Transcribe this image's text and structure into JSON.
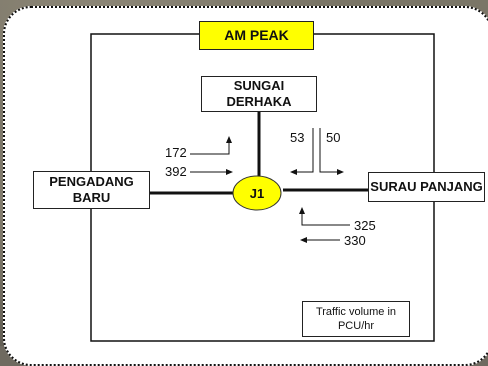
{
  "title": "AM PEAK",
  "junction": "J1",
  "approaches": {
    "north": "SUNGAI DERHAKA",
    "west": "PENGADANG BARU",
    "east": "SURAU PANJANG"
  },
  "volumes": {
    "west_left_turn": "172",
    "west_through": "392",
    "north_left": "53",
    "north_right": "50",
    "east_right_turn": "325",
    "east_through": "330"
  },
  "legend": "Traffic volume in PCU/hr",
  "colors": {
    "title_fill": "#ffff00",
    "junction_fill": "#ffff00"
  }
}
